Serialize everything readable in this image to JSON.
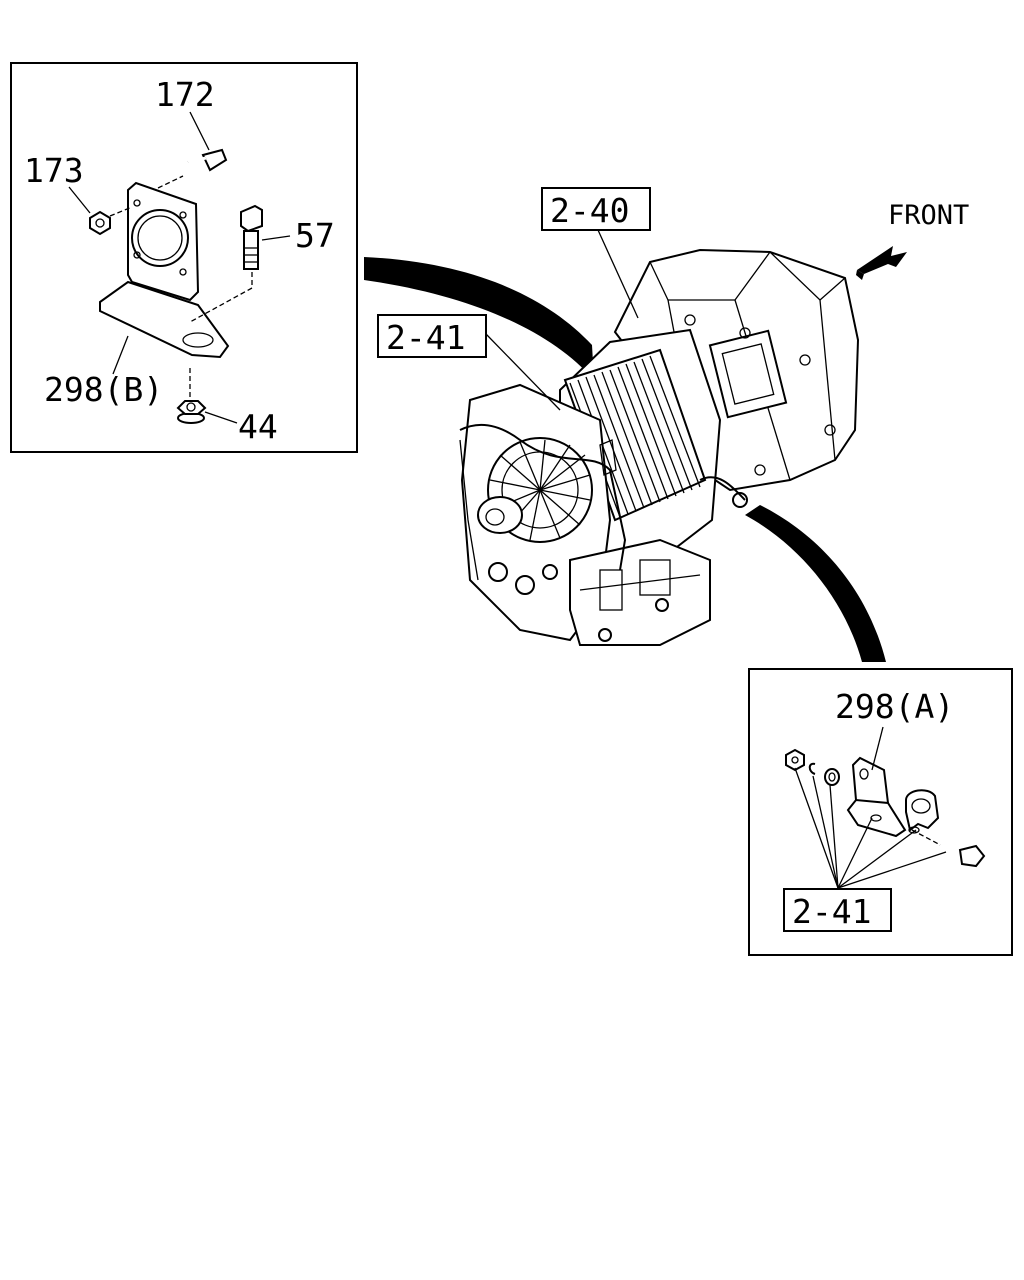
{
  "labels": {
    "front": "FRONT",
    "ref_2_40": "2-40",
    "ref_2_41_main": "2-41",
    "ref_2_41_detail": "2-41",
    "part_172": "172",
    "part_173": "173",
    "part_57": "57",
    "part_298b": "298(B)",
    "part_44": "44",
    "part_298a": "298(A)"
  },
  "icons": {
    "front_arrow": "front-direction-arrow",
    "transmission": "transmission-assembly-drawing"
  },
  "colors": {
    "line": "#000000",
    "background": "#ffffff"
  }
}
